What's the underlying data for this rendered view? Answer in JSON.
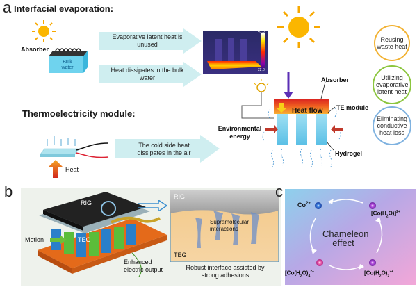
{
  "panel_a": {
    "letter": "a",
    "heading_evap": "Interfacial evaporation:",
    "absorber_label": "Absorber",
    "bulk_water_label": "Bulk\nwater",
    "arrow1": "Evaporative latent heat is unused",
    "arrow2": "Heat dissipates in the bulk water",
    "heading_te": "Thermoelectricity module:",
    "arrow3": "The cold side heat dissipates in the air",
    "heat_label": "Heat",
    "device": {
      "absorber": "Absorber",
      "heat_flow": "Heat flow",
      "te_module": "TE module",
      "env_energy": "Environmental energy",
      "hydrogel": "Hydrogel"
    },
    "circles": [
      {
        "text": "Reusing waste heat",
        "color": "#f2b233"
      },
      {
        "text": "Utilizing evaporative latent heat",
        "color": "#8cc63f"
      },
      {
        "text": "Eliminating conductive heat loss",
        "color": "#7fb2e0"
      }
    ],
    "thermal_scale": {
      "top": "41.0",
      "bottom": "22.8"
    }
  },
  "panel_b": {
    "letter": "b",
    "rig": "RIG",
    "teg": "TEG",
    "motion": "Motion",
    "enhanced": "Enhanced electric output",
    "inset_rig": "RIG",
    "inset_teg": "TEG",
    "supra": "Supramolecular interactions",
    "caption": "Robust interface assisted by strong adhesions"
  },
  "panel_c": {
    "letter": "c",
    "co2": "Co",
    "co2_sup": "2+",
    "chameleon": "Chameleon\neffect",
    "species_tr": "[Co(H",
    "species_tr2": "O)]",
    "species_tr_sup": "2+",
    "species_bl": "[Co(H",
    "species_bl2": "O)",
    "species_bl_sub": "4",
    "species_bl_sup": "2+",
    "species_br": "[Co(H",
    "species_br2": "O)",
    "species_br_sub": "2",
    "species_br_sup": "2+",
    "sub2": "2"
  }
}
